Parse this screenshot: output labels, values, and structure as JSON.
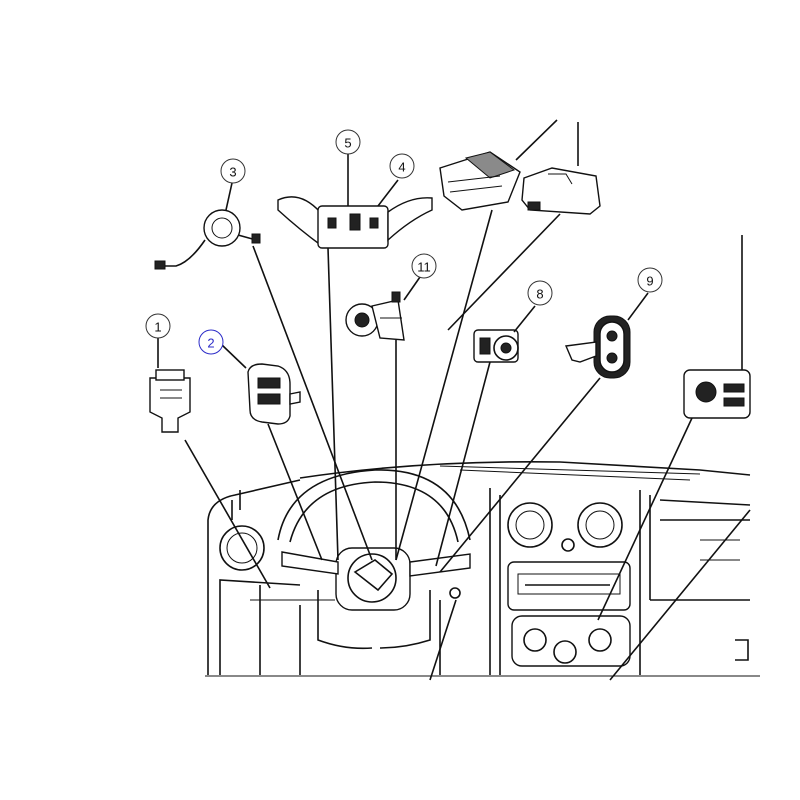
{
  "callouts": [
    {
      "id": "c1",
      "label": "1",
      "highlighted": false
    },
    {
      "id": "c2",
      "label": "2",
      "highlighted": true
    },
    {
      "id": "c3",
      "label": "3",
      "highlighted": false
    },
    {
      "id": "c4",
      "label": "4",
      "highlighted": false
    },
    {
      "id": "c5",
      "label": "5",
      "highlighted": false
    },
    {
      "id": "c8",
      "label": "8",
      "highlighted": false
    },
    {
      "id": "c9",
      "label": "9",
      "highlighted": false
    },
    {
      "id": "c11",
      "label": "11",
      "highlighted": false
    }
  ],
  "colors": {
    "line": "#111111",
    "highlight": "#2b2bc8"
  }
}
